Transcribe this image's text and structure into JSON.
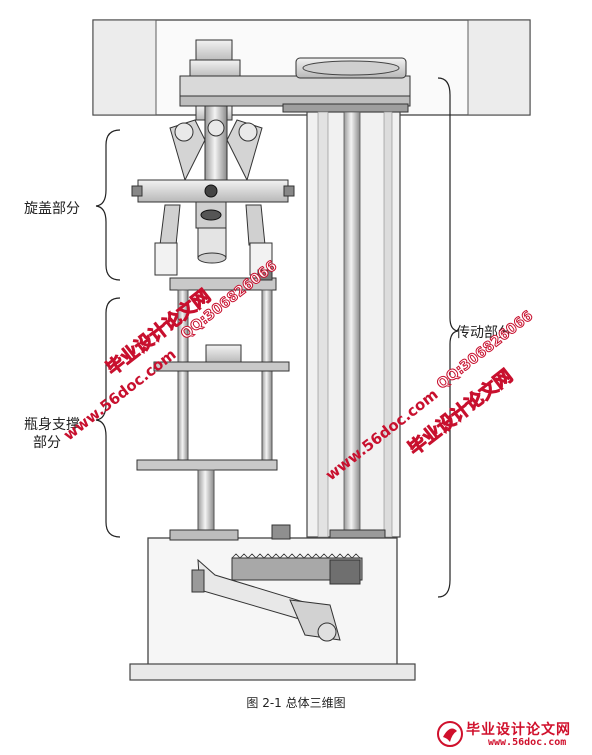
{
  "labels": {
    "capping": "旋盖部分",
    "bottle_support_line1": "瓶身支撑",
    "bottle_support_line2": "部分",
    "transmission": "传动部分"
  },
  "caption": "图 2-1  总体三维图",
  "watermarks": {
    "site": "www.56doc.com",
    "qq": "QQ:306826066",
    "name": "毕业设计论文网"
  },
  "logo": {
    "name": "毕业设计论文网",
    "url": "www.56doc.com"
  },
  "colors": {
    "line": "#333333",
    "metal_light": "#e6e6e6",
    "metal_mid": "#bdbdbd",
    "metal_dark": "#7a7a7a",
    "watermark_red": "#c8102e",
    "background": "#ffffff"
  }
}
